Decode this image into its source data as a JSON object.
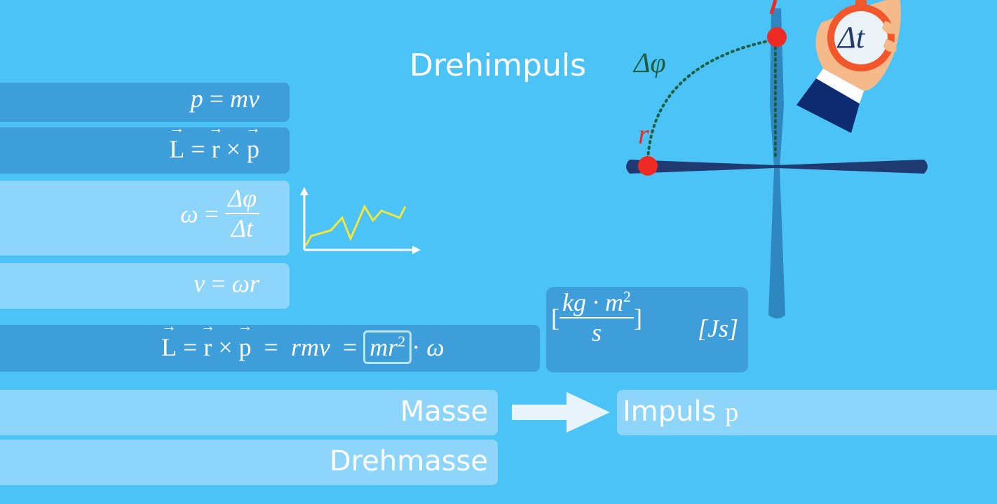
{
  "title": "Drehimpuls",
  "formulas": {
    "f1": {
      "lhs": "p",
      "eq": "=",
      "rhs": "mv"
    },
    "f2": {
      "L": "L",
      "eq": "=",
      "r": "r",
      "times": "×",
      "p": "p"
    },
    "f3": {
      "lhs": "ω",
      "eq": "=",
      "num": "Δφ",
      "den": "Δt"
    },
    "f4": {
      "lhs": "v",
      "eq": "=",
      "rhs": "ωr"
    },
    "f5": {
      "L": "L",
      "eq1": "=",
      "r": "r",
      "times": "×",
      "p": "p",
      "eq2": "=",
      "rmv": "rmv",
      "eq3": "=",
      "mr2": "mr",
      "exp": "2",
      "dot": "·",
      "omega": "ω"
    }
  },
  "unit": {
    "open": "[",
    "num": "kg · m",
    "exp": "2",
    "den": "s",
    "close": "]",
    "js": "[Js]"
  },
  "labels": {
    "masse": "Masse",
    "drehmasse": "Drehmasse",
    "impuls": "Impuls",
    "impuls_symbol": "p"
  },
  "diagram": {
    "delta_phi": "Δφ",
    "r_label": "r",
    "delta_t": "Δt"
  },
  "colors": {
    "background": "#4bc3f7",
    "bar_dark": "#3e9ed9",
    "bar_light": "#8dd5fa",
    "graph_line": "#f4e63a",
    "point_red": "#ee2a24",
    "axis_dark": "#1f3a70",
    "dotted": "#1d5e42"
  }
}
